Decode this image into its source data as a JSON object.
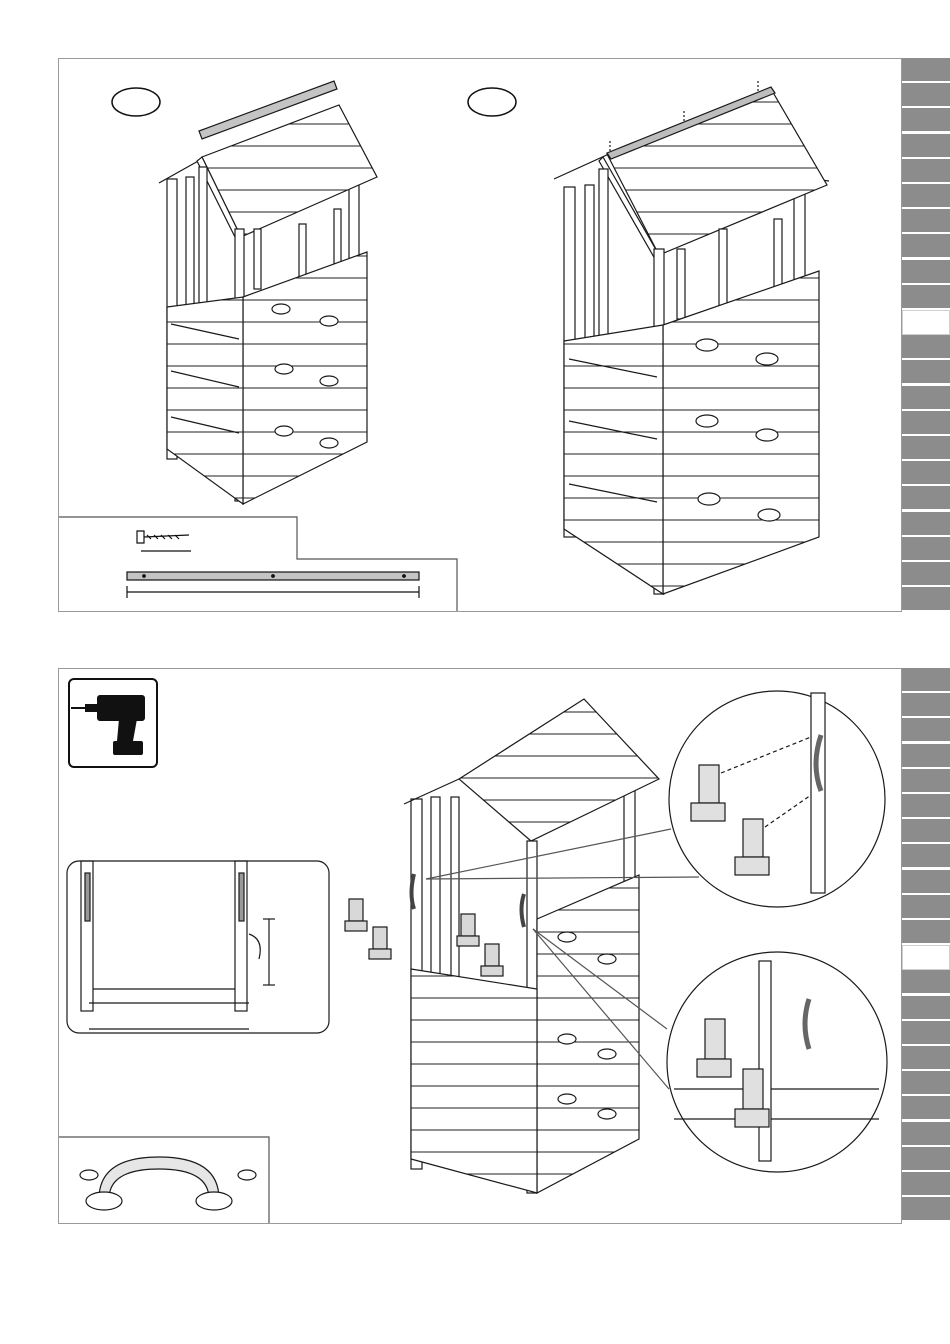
{
  "page": {
    "step_a_number": "",
    "step_b_number": "",
    "colors": {
      "line": "#1a1a1a",
      "panel_border": "#9a9a9a",
      "sidebar_tab": "#8c8c8c",
      "sidebar_active": "#ffffff",
      "part_highlight": "#bdbdbd"
    }
  },
  "sidebar": {
    "tab_count": 22,
    "active_index_top": 10,
    "active_index_bottom": 11
  },
  "panels": {
    "top": {
      "left_illustration": "tower-roof-ridge-assembly",
      "right_illustration": "tower-roof-ridge-mounted",
      "parts_legend": [
        "screw-icon",
        "ridge-board"
      ]
    },
    "bottom": {
      "tool_icon": "cordless-drill-icon",
      "detail_illustration": "handle-position-detail",
      "part_illustration": "grab-handle-icon"
    }
  }
}
